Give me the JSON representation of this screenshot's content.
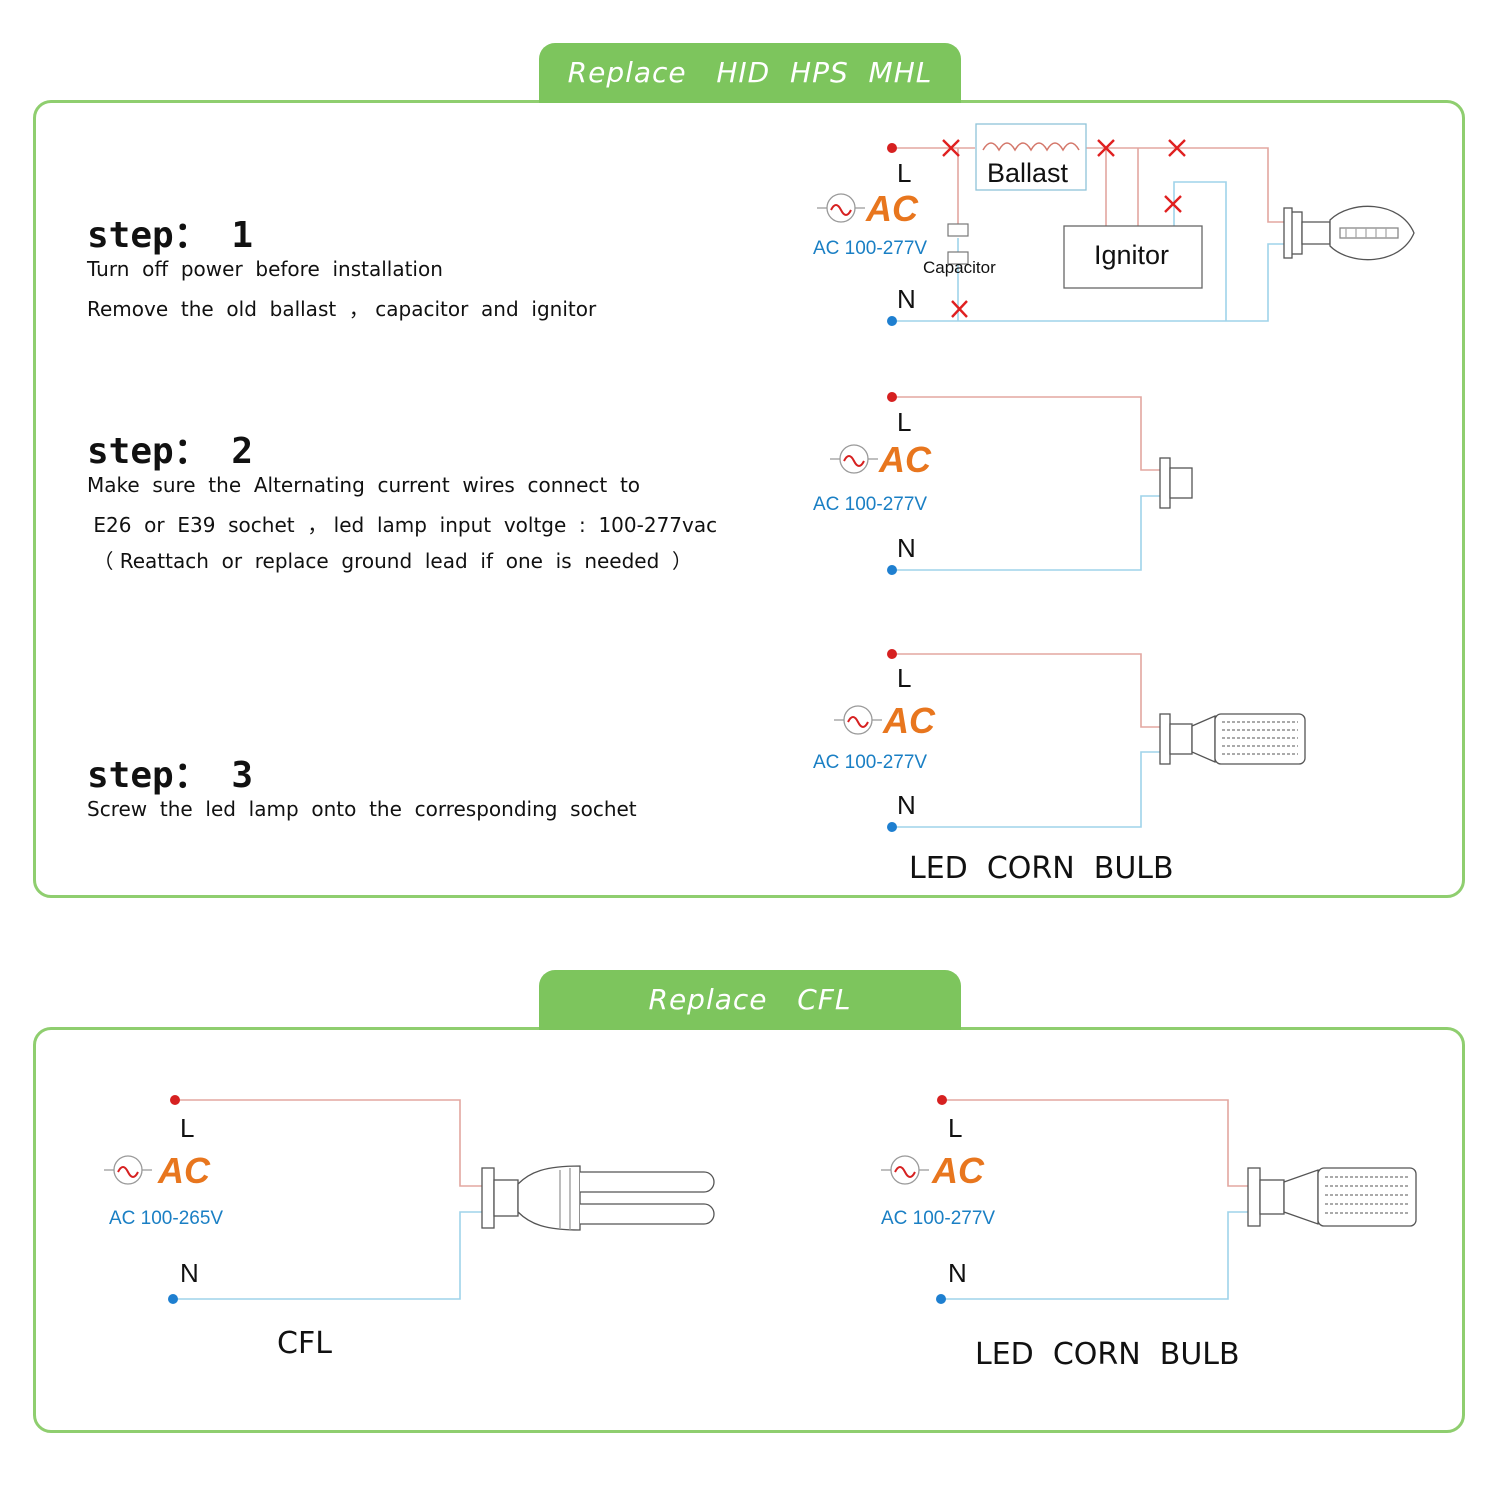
{
  "sections": {
    "hid": {
      "tab_label": "Replace   HID  HPS  MHL"
    },
    "cfl": {
      "tab_label": "Replace   CFL"
    }
  },
  "steps": [
    {
      "title": "step： 1",
      "lines": [
        "Turn  off  power  before  installation",
        "Remove  the  old  ballast  ， capacitor  and  ignitor"
      ]
    },
    {
      "title": "step： 2",
      "lines": [
        "Make  sure  the  Alternating  current  wires  connect  to",
        " E26  or  E39  sochet  ， led  lamp  input  voltge  :  100-277vac",
        " （ Reattach  or  replace  ground  lead  if  one  is  needed  ）"
      ]
    },
    {
      "title": "step： 3",
      "lines": [
        "Screw  the  led  lamp  onto  the  corresponding  sochet"
      ]
    }
  ],
  "labels": {
    "L": "L",
    "N": "N",
    "ac": "AC",
    "ac_100_277": "AC 100-277V",
    "ac_100_265": "AC 100-265V",
    "ballast": "Ballast",
    "ignitor": "Ignitor",
    "capacitor": "Capacitor",
    "led_corn_bulb": "LED  CORN  BULB",
    "cfl": "CFL"
  },
  "colors": {
    "green_tab": "#7dc55d",
    "panel_border": "#8fce6f",
    "live_wire": "#e3a7a0",
    "neutral_wire": "#9fd3ea",
    "live_dot": "#d62020",
    "neutral_dot": "#1e7fd0",
    "ac_text": "#e8761e",
    "voltage_text": "#1a7fc4",
    "cut_mark": "#e02020"
  },
  "icons": [
    "ac-source-icon",
    "hid-bulb-icon",
    "socket-icon",
    "led-corn-bulb-icon",
    "cfl-bulb-icon",
    "cut-x-icon"
  ]
}
